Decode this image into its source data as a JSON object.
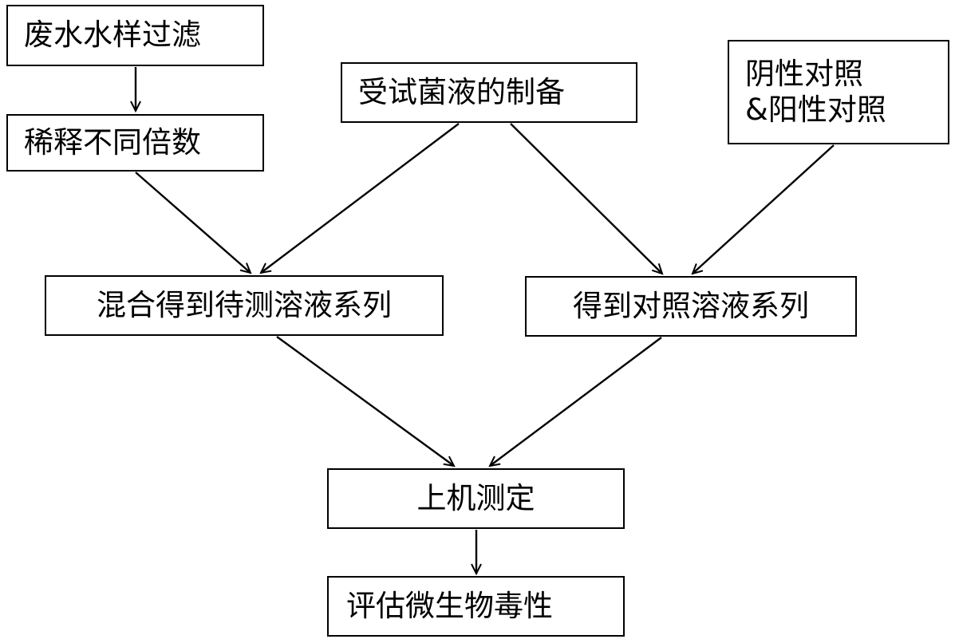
{
  "nodes": {
    "filter": "废水水样过滤",
    "dilute": "稀释不同倍数",
    "bacteria_prep": "受试菌液的制备",
    "controls_line1": "阴性对照",
    "controls_line2": "&阳性对照",
    "mix_test": "混合得到待测溶液系列",
    "mix_control": "得到对照溶液系列",
    "measure": "上机测定",
    "evaluate": "评估微生物毒性"
  },
  "edges": [
    {
      "from": "filter",
      "to": "dilute"
    },
    {
      "from": "dilute",
      "to": "mix_test"
    },
    {
      "from": "bacteria_prep",
      "to": "mix_test"
    },
    {
      "from": "bacteria_prep",
      "to": "mix_control"
    },
    {
      "from": "controls",
      "to": "mix_control"
    },
    {
      "from": "mix_test",
      "to": "measure"
    },
    {
      "from": "mix_control",
      "to": "measure"
    },
    {
      "from": "measure",
      "to": "evaluate"
    }
  ],
  "colors": {
    "line": "#000000",
    "background": "#ffffff"
  }
}
